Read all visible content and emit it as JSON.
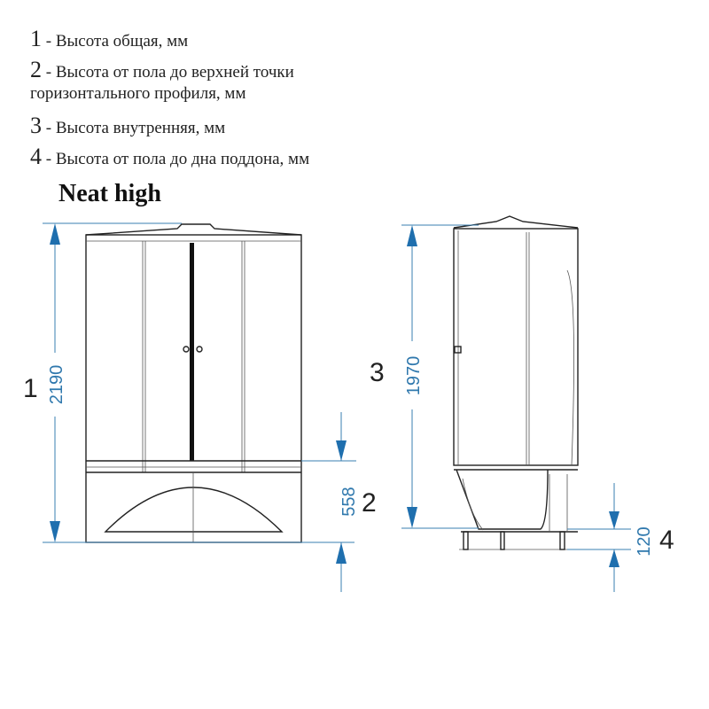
{
  "legend": [
    {
      "num": "1",
      "text": " - Высота общая, мм"
    },
    {
      "num": "2",
      "text": " - Высота от пола до верхней точки",
      "text2": "горизонтального профиля, мм"
    },
    {
      "num": "3",
      "text": " - Высота внутренняя, мм"
    },
    {
      "num": "4",
      "text": " - Высота от пола до дна поддона, мм"
    }
  ],
  "title": "Neat high",
  "dimensions": {
    "total_height": {
      "value": "2190",
      "label": "1"
    },
    "profile_height": {
      "value": "558",
      "label": "2"
    },
    "inner_height": {
      "value": "1970",
      "label": "3"
    },
    "tray_height": {
      "value": "120",
      "label": "4"
    }
  },
  "colors": {
    "dimension": "#2f78ad",
    "outline": "#222222"
  }
}
